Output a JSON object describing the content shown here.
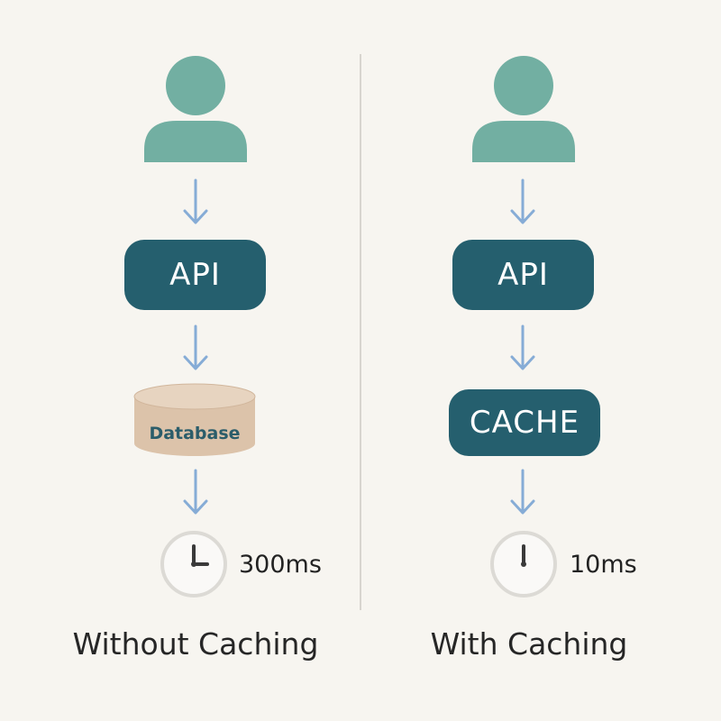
{
  "left": {
    "api_label": "API",
    "store_label": "Database",
    "time_label": "300ms",
    "caption": "Without Caching"
  },
  "right": {
    "api_label": "API",
    "store_label": "CACHE",
    "time_label": "10ms",
    "caption": "With Caching"
  },
  "colors": {
    "background": "#f7f5f0",
    "user": "#72afa2",
    "pill": "#255f6e",
    "arrow": "#86acd6",
    "database": "#dcc3aa",
    "clock_ring": "#dcdad5",
    "divider": "#d8d5cf"
  },
  "icons": [
    "user-icon",
    "arrow-down-icon",
    "database-icon",
    "clock-icon"
  ]
}
